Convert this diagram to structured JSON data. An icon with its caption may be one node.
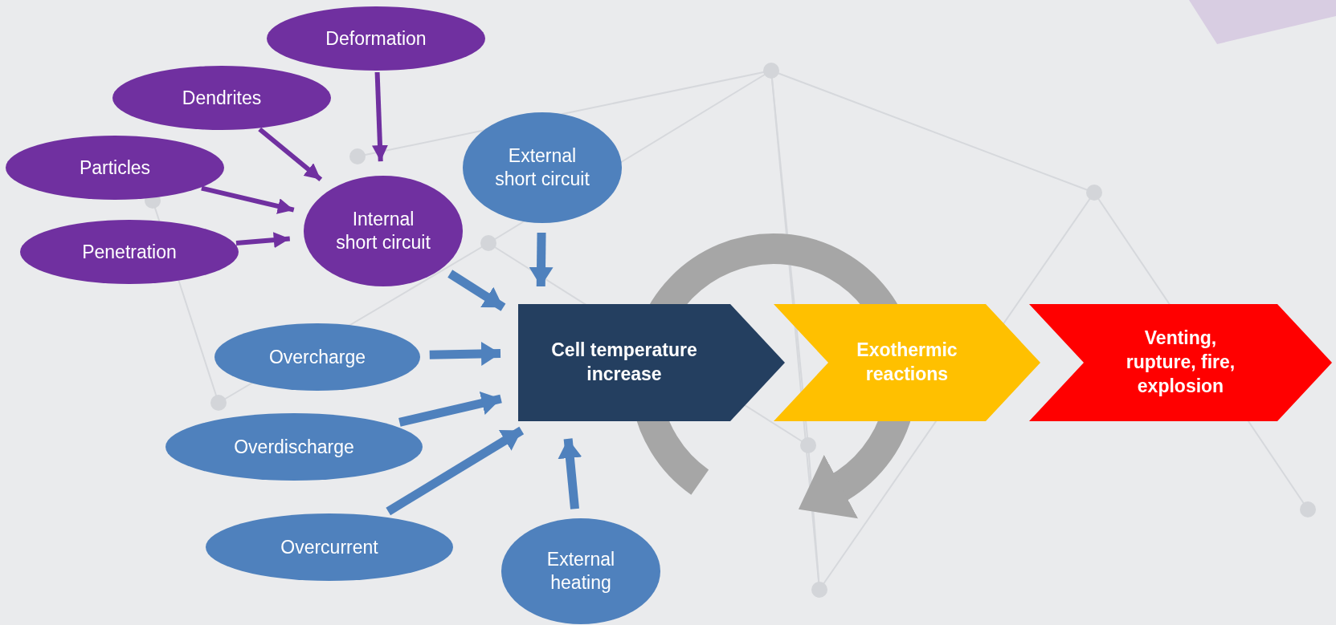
{
  "diagram": {
    "nodes": [
      {
        "text": [
          "Deformation"
        ]
      },
      {
        "text": [
          "Dendrites"
        ]
      },
      {
        "text": [
          "Particles"
        ]
      },
      {
        "text": [
          "Penetration"
        ]
      },
      {
        "text": [
          "Internal short circuit"
        ]
      },
      {
        "text": [
          "External short circuit"
        ]
      },
      {
        "text": [
          "Overcharge"
        ]
      },
      {
        "text": [
          "Overdischarge"
        ]
      },
      {
        "text": [
          "Overcurrent"
        ]
      },
      {
        "text": [
          "External heating"
        ]
      },
      {
        "text": [
          "Cell temperature increase"
        ]
      },
      {
        "text": [
          "Exothermic reactions"
        ]
      },
      {
        "text": [
          "Venting, rupture, fire, explosion"
        ]
      }
    ],
    "edges": [
      {
        "from": 0,
        "to": 4,
        "arrow": "to",
        "color": "#7030a0"
      },
      {
        "from": 1,
        "to": 4,
        "arrow": "to",
        "color": "#7030a0"
      },
      {
        "from": 2,
        "to": 4,
        "arrow": "to",
        "color": "#7030a0"
      },
      {
        "from": 3,
        "to": 4,
        "arrow": "to",
        "color": "#7030a0"
      },
      {
        "from": 4,
        "to": 10,
        "arrow": "to"
      },
      {
        "from": 5,
        "to": 10,
        "arrow": "to"
      },
      {
        "from": 6,
        "to": 10,
        "arrow": "to"
      },
      {
        "from": 7,
        "to": 10,
        "arrow": "to"
      },
      {
        "from": 8,
        "to": 10,
        "arrow": "to"
      },
      {
        "from": 9,
        "to": 10,
        "arrow": "to"
      }
    ]
  }
}
